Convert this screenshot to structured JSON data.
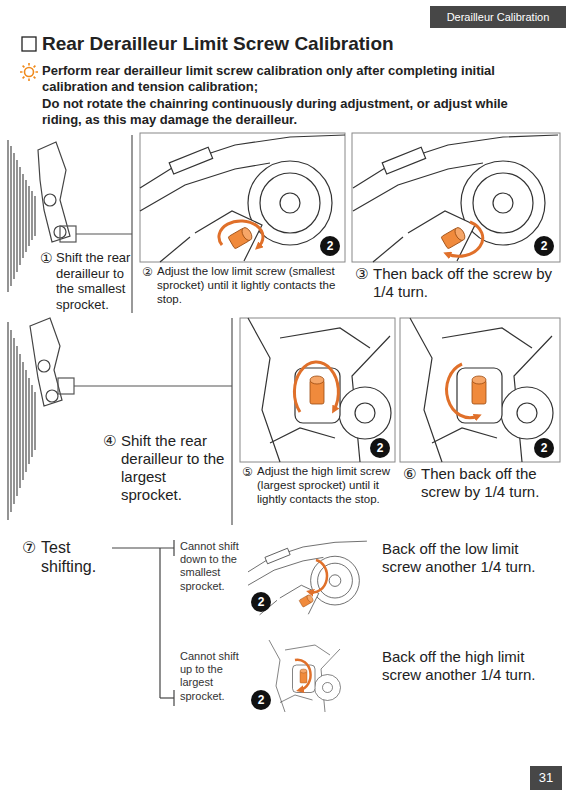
{
  "diagram": {
    "title": "Rear Derailleur Limit Screw Calibration",
    "nodes": [
      {
        "text": [
          "Derailleur Calibration"
        ]
      }
    ],
    "labels": [
      "Perform rear derailleur limit screw calibration only after completing initial calibration and tension calibration;",
      "Do not rotate the chainring continuously during adjustment, or adjust while riding, as this may damage the derailleur.",
      "①",
      "Shift the rear derailleur to the smallest sprocket.",
      "2",
      "②",
      "Adjust the low limit screw (smallest sprocket) until it lightly contacts the stop.",
      "2",
      "③",
      "Then back off the screw by 1/4 turn.",
      "④",
      "Shift the rear derailleur to the largest sprocket.",
      "2",
      "⑤",
      "Adjust the high limit screw (largest sprocket) until it lightly contacts the stop.",
      "2",
      "⑥",
      "Then back off the screw by 1/4 turn.",
      "⑦",
      "Test shifting.",
      "Cannot shift down to the smallest sprocket.",
      "2",
      "Back off the low limit screw another 1/4 turn.",
      "Cannot shift up to the largest sprocket.",
      "2",
      "Back off the high limit screw another 1/4 turn.",
      "31"
    ]
  }
}
